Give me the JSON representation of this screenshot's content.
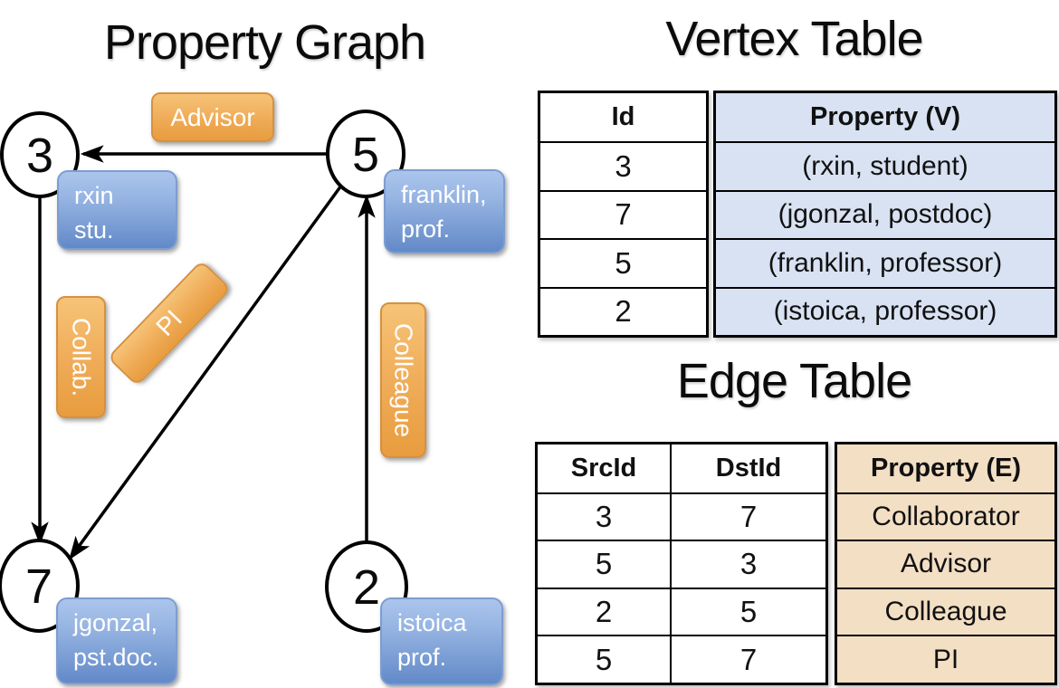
{
  "graph": {
    "title": "Property Graph",
    "nodes": [
      {
        "id": "3",
        "line1": "rxin",
        "line2": "stu."
      },
      {
        "id": "5",
        "line1": "franklin,",
        "line2": "prof."
      },
      {
        "id": "7",
        "line1": "jgonzal,",
        "line2": "pst.doc."
      },
      {
        "id": "2",
        "line1": "istoica",
        "line2": "prof."
      }
    ],
    "edge_labels": {
      "advisor": "Advisor",
      "collab": "Collab.",
      "pi": "PI",
      "colleague": "Colleague"
    }
  },
  "vertex_table": {
    "title": "Vertex Table",
    "columns": {
      "id": "Id",
      "property": "Property (V)"
    },
    "rows": [
      {
        "id": "3",
        "property": "(rxin, student)"
      },
      {
        "id": "7",
        "property": "(jgonzal, postdoc)"
      },
      {
        "id": "5",
        "property": "(franklin, professor)"
      },
      {
        "id": "2",
        "property": "(istoica, professor)"
      }
    ]
  },
  "edge_table": {
    "title": "Edge Table",
    "columns": {
      "src": "SrcId",
      "dst": "DstId",
      "property": "Property (E)"
    },
    "rows": [
      {
        "src": "3",
        "dst": "7",
        "property": "Collaborator"
      },
      {
        "src": "5",
        "dst": "3",
        "property": "Advisor"
      },
      {
        "src": "2",
        "dst": "5",
        "property": "Colleague"
      },
      {
        "src": "5",
        "dst": "7",
        "property": "PI"
      }
    ]
  },
  "colors": {
    "edge_label_orange": "#efab57",
    "vertex_box_blue": "#7d9dd0",
    "vertex_table_fill": "#d8e2f2",
    "edge_table_fill": "#f3dfc4",
    "line_black": "#000000"
  }
}
